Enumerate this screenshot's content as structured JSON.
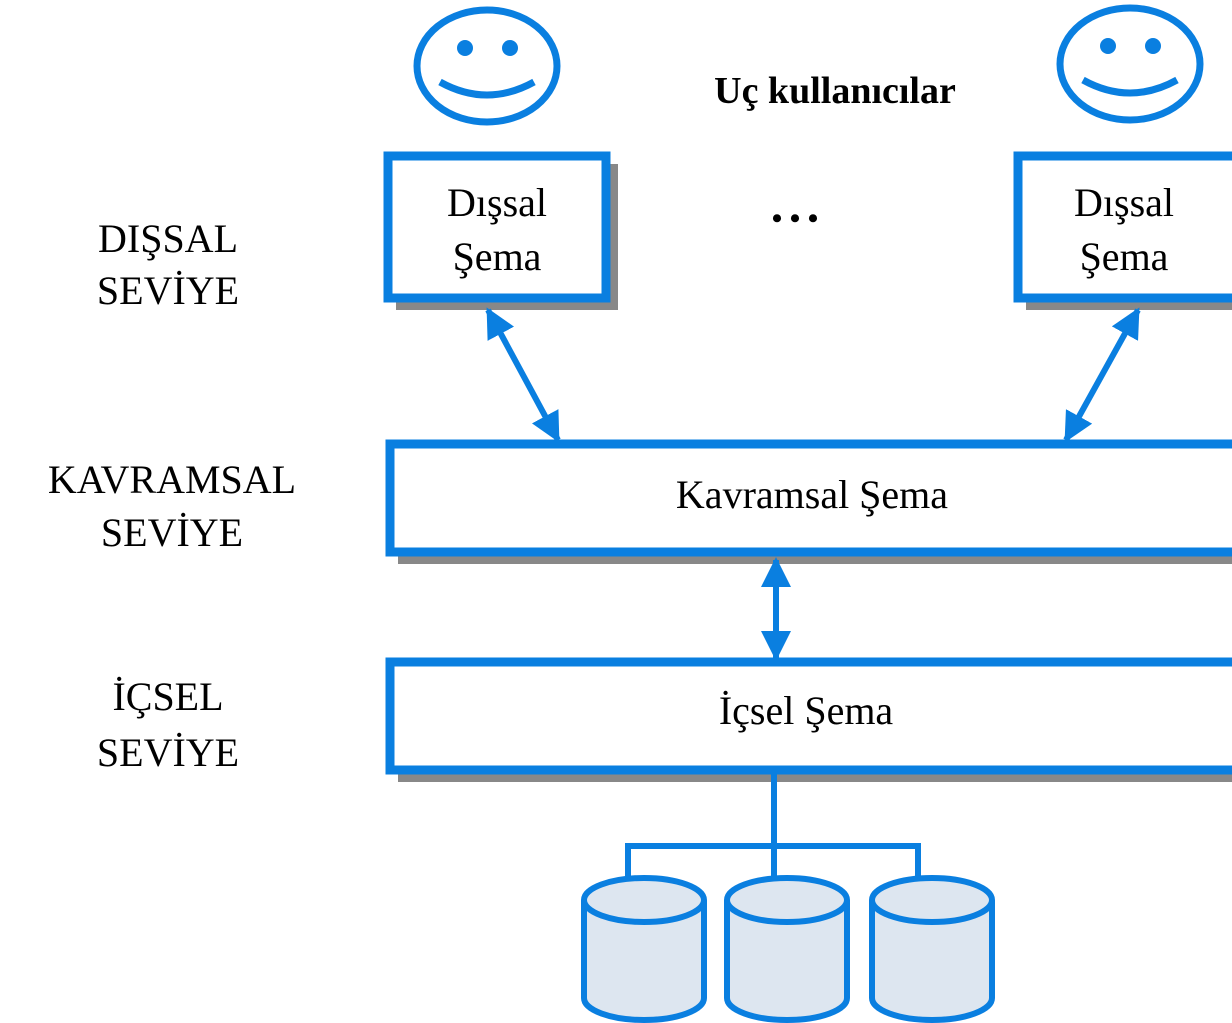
{
  "title": "Uç kullanıcılar",
  "ellipsis": "• • •",
  "levels": {
    "external": [
      "DIŞSAL",
      "SEVİYE"
    ],
    "conceptual": [
      "KAVRAMSAL",
      "SEVİYE"
    ],
    "internal": [
      "İÇSEL",
      "SEVİYE"
    ]
  },
  "boxes": {
    "external_left": [
      "Dışsal",
      "Şema"
    ],
    "external_right": [
      "Dışsal",
      "Şema"
    ],
    "conceptual": "Kavramsal Şema",
    "internal": "İçsel Şema"
  },
  "colors": {
    "accent": "#0a7fe0",
    "box_shadow": "#808080",
    "disk_fill": "#dde6f0"
  },
  "icons": [
    "smiley-icon",
    "smiley-icon",
    "database-icon",
    "database-icon",
    "database-icon"
  ]
}
